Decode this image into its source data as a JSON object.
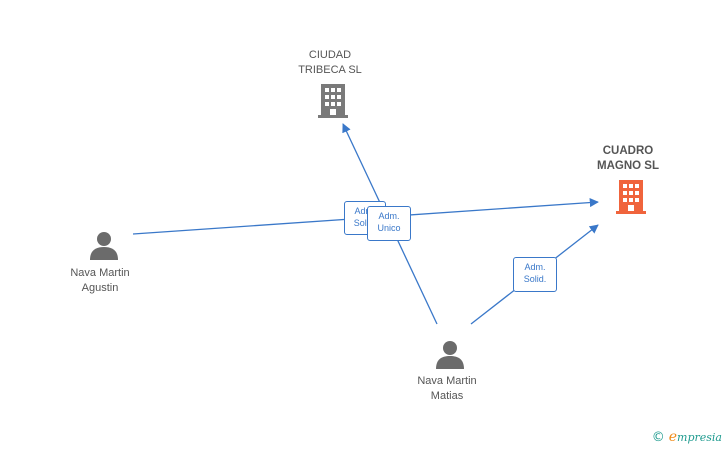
{
  "colors": {
    "edge": "#3a78c9",
    "company": "#7a7a7a",
    "company_main": "#f0643c",
    "person": "#6b6b6b",
    "brand": "#1f9b8f",
    "brand_accent": "#f08c1a"
  },
  "nodes": {
    "ciudad_tribeca": {
      "label_line1": "CIUDAD",
      "label_line2": "TRIBECA SL",
      "icon": "building-icon"
    },
    "cuadro_magno": {
      "label_line1": "CUADRO",
      "label_line2": "MAGNO SL",
      "icon": "building-icon"
    },
    "nava_agustin": {
      "label_line1": "Nava Martin",
      "label_line2": "Agustin",
      "icon": "person-icon"
    },
    "nava_matias": {
      "label_line1": "Nava Martin",
      "label_line2": "Matias",
      "icon": "person-icon"
    }
  },
  "edges": {
    "agustin_to_cuadro": {
      "line1": "Adm.",
      "line2": "Solid."
    },
    "matias_to_tribeca": {
      "line1": "Adm.",
      "line2": "Unico"
    },
    "matias_to_cuadro": {
      "line1": "Adm.",
      "line2": "Solid."
    }
  },
  "watermark": {
    "copyright": "©",
    "brand_initial": "e",
    "brand_rest": "mpresia"
  }
}
